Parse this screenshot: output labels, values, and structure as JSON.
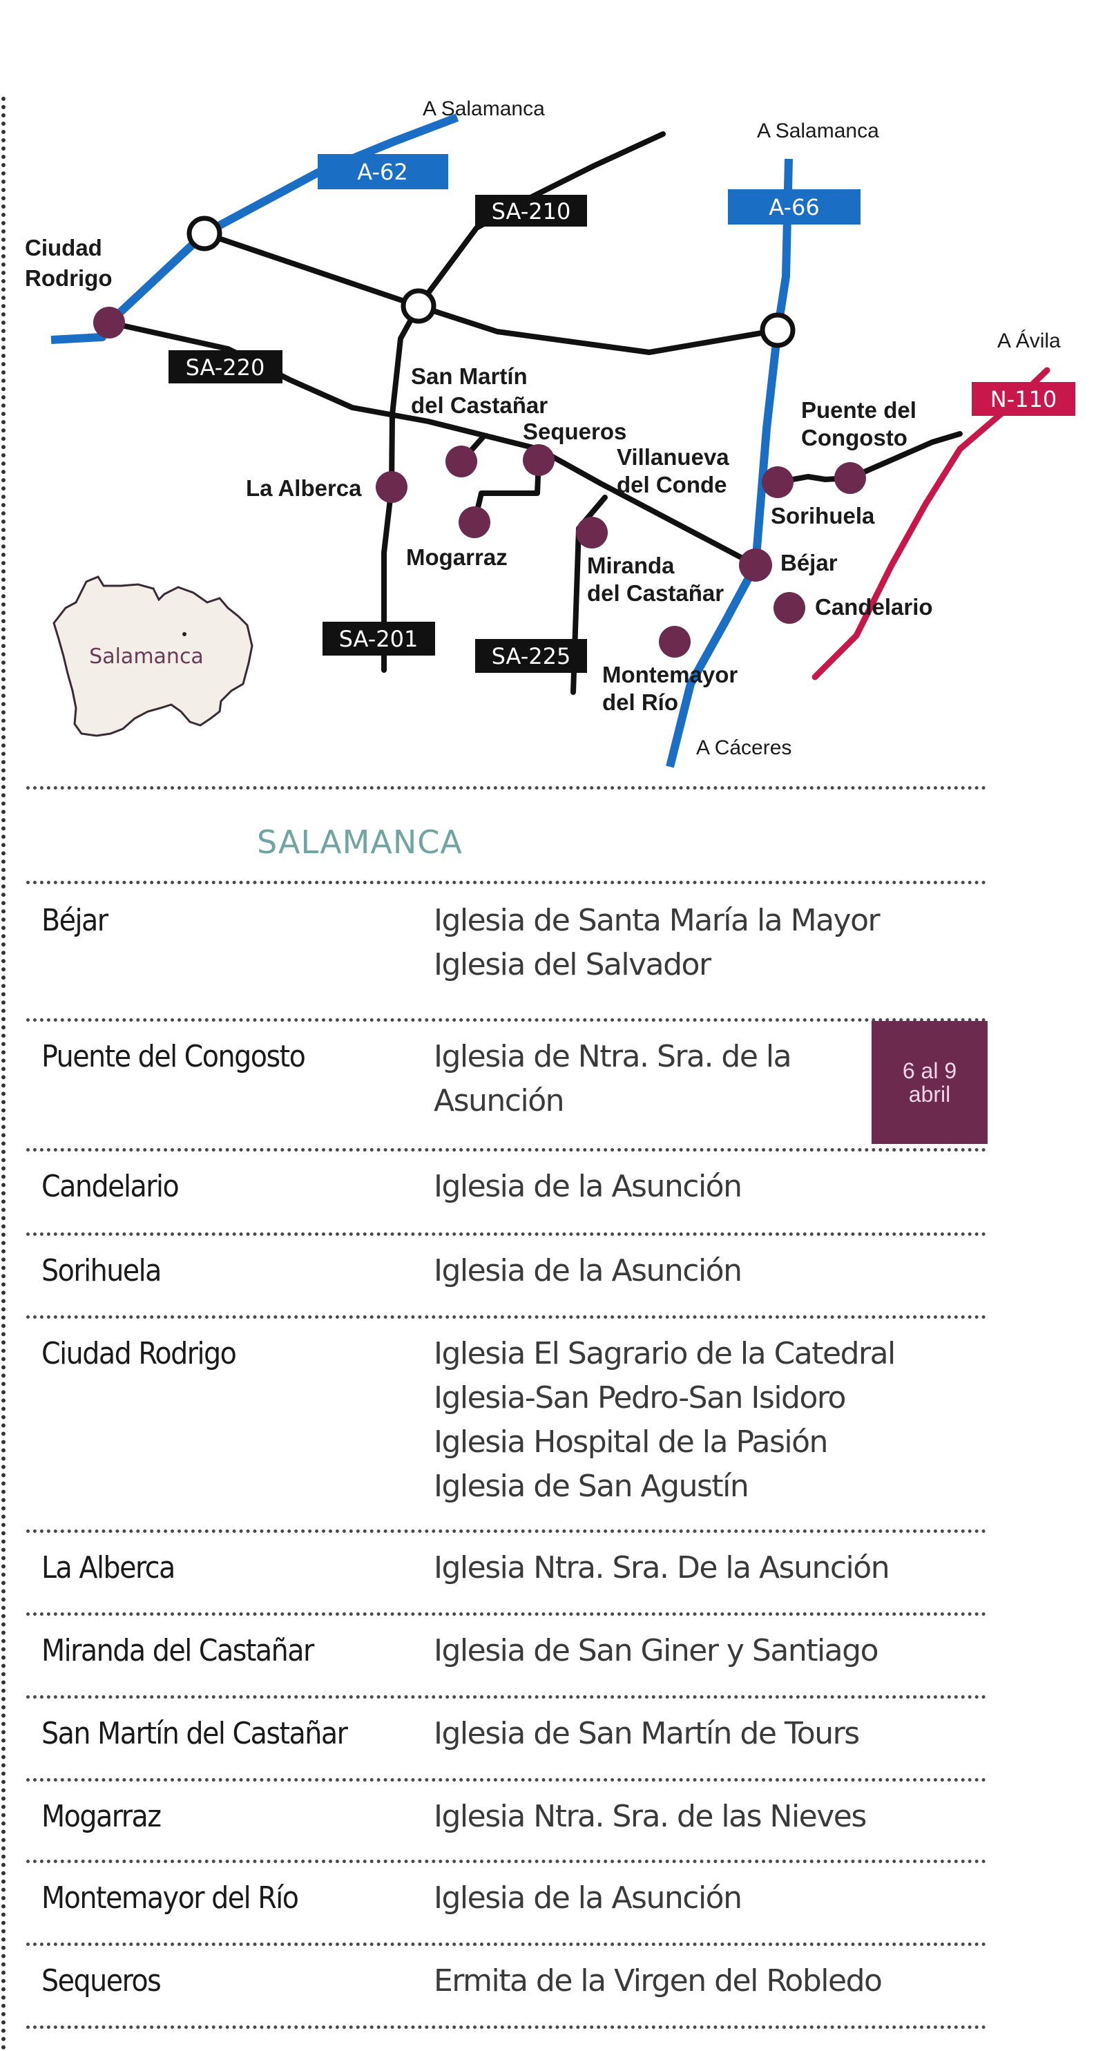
{
  "map": {
    "roads": {
      "a62": "A-62",
      "a66": "A-66",
      "sa210": "SA-210",
      "sa220": "SA-220",
      "sa201": "SA-201",
      "sa225": "SA-225",
      "n110": "N-110"
    },
    "directions": {
      "a62_north": "A Salamanca",
      "a66_north": "A Salamanca",
      "n110_north": "A Ávila",
      "a66_south": "A Cáceres"
    },
    "towns": {
      "ciudad_rodrigo": [
        "Ciudad",
        "Rodrigo"
      ],
      "san_martin": [
        "San Martín",
        "del Castañar"
      ],
      "sequeros": "Sequeros",
      "villanueva": [
        "Villanueva",
        "del Conde"
      ],
      "la_alberca": "La Alberca",
      "mogarraz": "Mogarraz",
      "miranda": [
        "Miranda",
        "del Castañar"
      ],
      "bejar": "Béjar",
      "candelario": "Candelario",
      "montemayor": [
        "Montemayor",
        "del Río"
      ],
      "puente": [
        "Puente del",
        "Congosto"
      ],
      "sorihuela": "Sorihuela"
    },
    "inset_label": "Salamanca",
    "colors": {
      "highway": "#1a6fc4",
      "national": "#c8174a",
      "local": "#111111",
      "town_dot": "#6b2a4e",
      "inset_fill": "#f3eee8",
      "inset_text": "#6b3a58"
    }
  },
  "table": {
    "region_title": "SALAMANCA",
    "title_color": "#6fa4a0",
    "badge_color": "#6b2a4e",
    "badge_text_color": "#f3d6ea",
    "rows": [
      {
        "town": "Béjar",
        "churches": [
          "Iglesia de Santa María la Mayor",
          "Iglesia del Salvador"
        ]
      },
      {
        "town": "Puente del Congosto",
        "churches": [
          "Iglesia de Ntra. Sra. de la",
          "Asunción"
        ],
        "badge": [
          "6 al 9",
          "abril"
        ]
      },
      {
        "town": "Candelario",
        "churches": [
          "Iglesia de la Asunción"
        ]
      },
      {
        "town": "Sorihuela",
        "churches": [
          "Iglesia de la Asunción"
        ]
      },
      {
        "town": "Ciudad Rodrigo",
        "churches": [
          "Iglesia El Sagrario de la Catedral",
          "Iglesia-San Pedro-San Isidoro",
          "Iglesia Hospital de la Pasión",
          "Iglesia de San Agustín"
        ]
      },
      {
        "town": "La Alberca",
        "churches": [
          "Iglesia Ntra. Sra. De la Asunción"
        ]
      },
      {
        "town": "Miranda del Castañar",
        "churches": [
          "Iglesia de San Giner y Santiago"
        ]
      },
      {
        "town": "San Martín del Castañar",
        "churches": [
          "Iglesia de San Martín de Tours"
        ]
      },
      {
        "town": "Mogarraz",
        "churches": [
          "Iglesia Ntra. Sra. de las Nieves"
        ]
      },
      {
        "town": "Montemayor del Río",
        "churches": [
          "Iglesia de la Asunción"
        ]
      },
      {
        "town": "Sequeros",
        "churches": [
          "Ermita de la Virgen del Robledo"
        ]
      }
    ]
  }
}
